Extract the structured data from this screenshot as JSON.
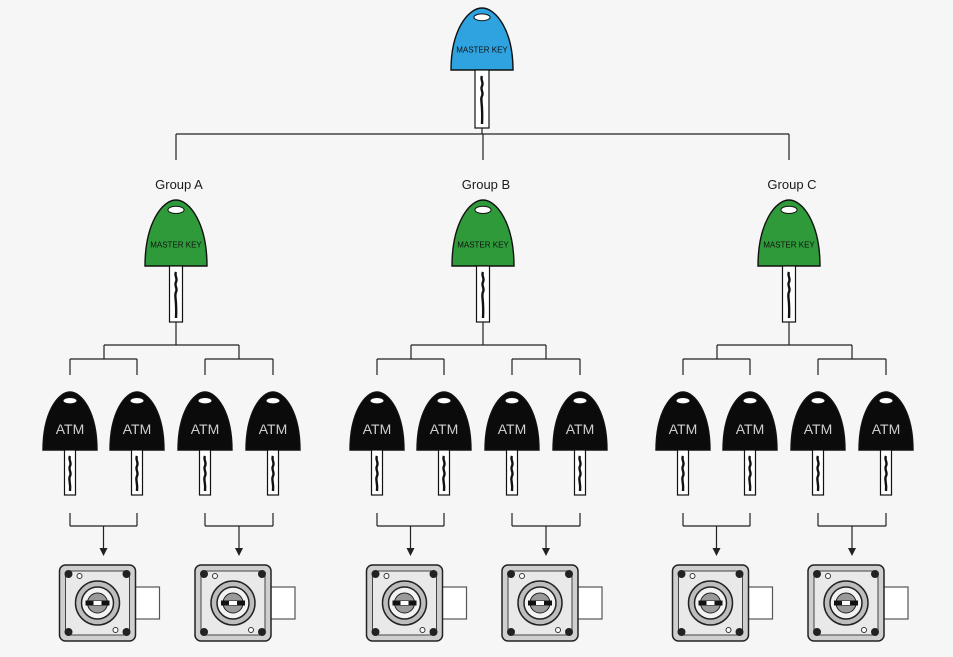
{
  "master_key": {
    "label": "MASTER KEY",
    "color": "#2ea3df"
  },
  "groups": [
    {
      "label": "Group A",
      "master_label": "MASTER KEY",
      "atm_keys": [
        "ATM",
        "ATM",
        "ATM",
        "ATM"
      ],
      "lock_count": 2
    },
    {
      "label": "Group B",
      "master_label": "MASTER KEY",
      "atm_keys": [
        "ATM",
        "ATM",
        "ATM",
        "ATM"
      ],
      "lock_count": 2
    },
    {
      "label": "Group C",
      "master_label": "MASTER KEY",
      "atm_keys": [
        "ATM",
        "ATM",
        "ATM",
        "ATM"
      ],
      "lock_count": 2
    }
  ],
  "colors": {
    "group_master": "#2e9a3a",
    "atm_key": "#0b0b0b",
    "lock_body": "#cfcfcf",
    "lock_face": "#e9e9e9",
    "line": "#222222"
  }
}
